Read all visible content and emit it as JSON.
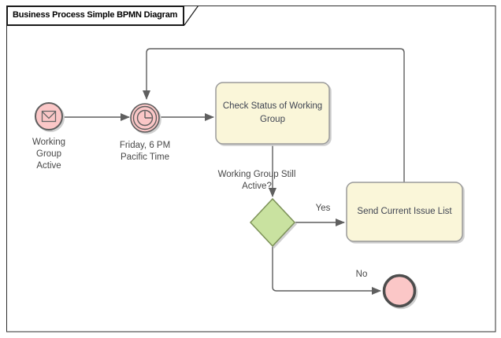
{
  "diagram": {
    "title": "Business Process Simple BPMN Diagram"
  },
  "nodes": {
    "start_event": {
      "label": "Working Group Active",
      "icon": "envelope-icon"
    },
    "timer_event": {
      "label": "Friday, 6 PM Pacific Time",
      "icon": "clock-icon"
    },
    "task_check_status": {
      "label": "Check Status of Working Group"
    },
    "gateway_active": {
      "label": "Working Group Still Active?"
    },
    "task_send_issue_list": {
      "label": "Send Current Issue List"
    }
  },
  "edges": {
    "yes": "Yes",
    "no": "No"
  },
  "colors": {
    "event_fill": "#FBC7C7",
    "event_stroke": "#5E5E5E",
    "task_fill": "#FAF6D9",
    "task_stroke": "#9A9A9A",
    "gateway_fill": "#C9E2A0",
    "gateway_stroke": "#7D9258",
    "connector": "#5F5F5F",
    "frame": "#2E2E2E",
    "text": "#474747"
  }
}
